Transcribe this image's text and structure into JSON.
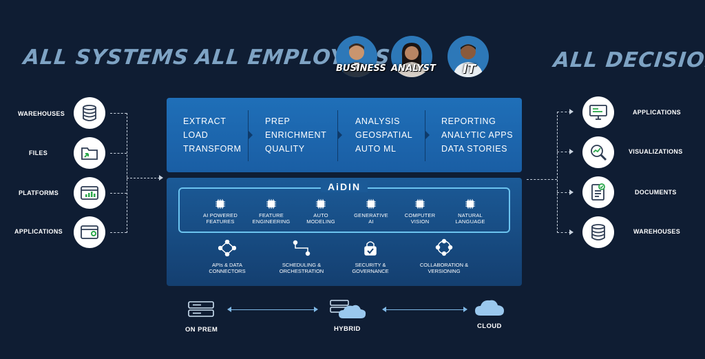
{
  "headings": {
    "systems": "ALL SYSTEMS",
    "employees": "ALL EMPLOYEES",
    "decisions": "ALL DECISIONS"
  },
  "personas": [
    {
      "tag": "BUSINESS"
    },
    {
      "tag": "ANALYST"
    },
    {
      "tag": "IT"
    }
  ],
  "sources": [
    {
      "label": "WAREHOUSES",
      "icon": "database-icon"
    },
    {
      "label": "FILES",
      "icon": "folder-icon"
    },
    {
      "label": "PLATFORMS",
      "icon": "browser-chart-icon"
    },
    {
      "label": "APPLICATIONS",
      "icon": "app-window-gear-icon"
    }
  ],
  "outputs": [
    {
      "label": "APPLICATIONS",
      "icon": "monitor-icon"
    },
    {
      "label": "VISUALIZATIONS",
      "icon": "magnifier-chart-icon"
    },
    {
      "label": "DOCUMENTS",
      "icon": "document-check-icon"
    },
    {
      "label": "WAREHOUSES",
      "icon": "database-icon"
    }
  ],
  "pipeline": [
    [
      "EXTRACT",
      "LOAD",
      "TRANSFORM"
    ],
    [
      "PREP",
      "ENRICHMENT",
      "QUALITY"
    ],
    [
      "ANALYSIS",
      "GEOSPATIAL",
      "AUTO ML"
    ],
    [
      "REPORTING",
      "ANALYTIC APPS",
      "DATA STORIES"
    ]
  ],
  "aidin": {
    "title": "AiDIN",
    "features": [
      [
        "AI POWERED",
        "FEATURES"
      ],
      [
        "FEATURE",
        "ENGINEERING"
      ],
      [
        "AUTO",
        "MODELING"
      ],
      [
        "GENERATIVE",
        "AI"
      ],
      [
        "COMPUTER",
        "VISION"
      ],
      [
        "NATURAL",
        "LANGUAGE"
      ]
    ]
  },
  "services": [
    {
      "lines": [
        "APIs & DATA",
        "CONNECTORS"
      ],
      "icon": "network-nodes-icon"
    },
    {
      "lines": [
        "SCHEDULING &",
        "ORCHESTRATION"
      ],
      "icon": "workflow-icon"
    },
    {
      "lines": [
        "SECURITY &",
        "GOVERNANCE"
      ],
      "icon": "lock-check-icon"
    },
    {
      "lines": [
        "COLLABORATION &",
        "VERSIONING"
      ],
      "icon": "sync-cycle-icon"
    }
  ],
  "deployment": [
    {
      "label": "ON PREM",
      "icon": "server-icon"
    },
    {
      "label": "HYBRID",
      "icon": "server-cloud-icon"
    },
    {
      "label": "CLOUD",
      "icon": "cloud-icon"
    }
  ],
  "colors": {
    "background": "#0f1d33",
    "heading": "#7ea3c4",
    "panel_top": "#1f6fb8",
    "panel_bottom": "#143f70",
    "accent": "#6cc4f0",
    "icon_green": "#2aa84a"
  }
}
